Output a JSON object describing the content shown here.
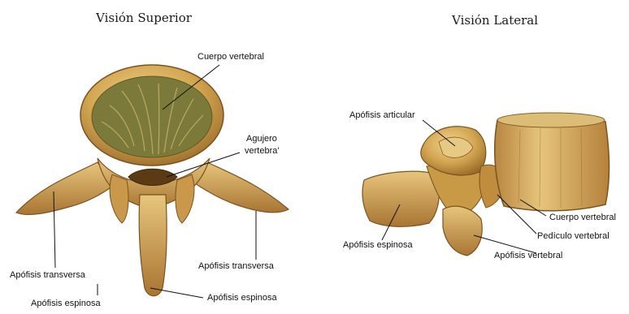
{
  "titles": {
    "superior": "Visión Superior",
    "lateral": "Visión Lateral"
  },
  "superior_labels": {
    "cuerpo_vertebral": "Cuerpo vertebral",
    "agujero_line1": "Agujero",
    "agujero_line2": "vertebra'",
    "apofisis_transversa_left": "Apófisis transversa",
    "apofisis_transversa_right": "Apófisis transversa",
    "apofisis_espinosa_left": "Apófisis espinosa",
    "apofisis_espinosa_right": "Apófisis espinosa"
  },
  "lateral_labels": {
    "apofisis_articular": "Apófisis articular",
    "apofisis_espinosa": "Apófisis espinosa",
    "cuerpo_vertebral": "Cuerpo vertebral",
    "pediculo_vertebral": "Pedículo vertebral",
    "apofisis_vertebral": "Apófisis vertebral"
  },
  "colors": {
    "bone_light": "#e2c27a",
    "bone_mid": "#c99a45",
    "bone_dark": "#8a5f22",
    "body_interior": "#7c7a3a",
    "leader_line": "#111111"
  }
}
